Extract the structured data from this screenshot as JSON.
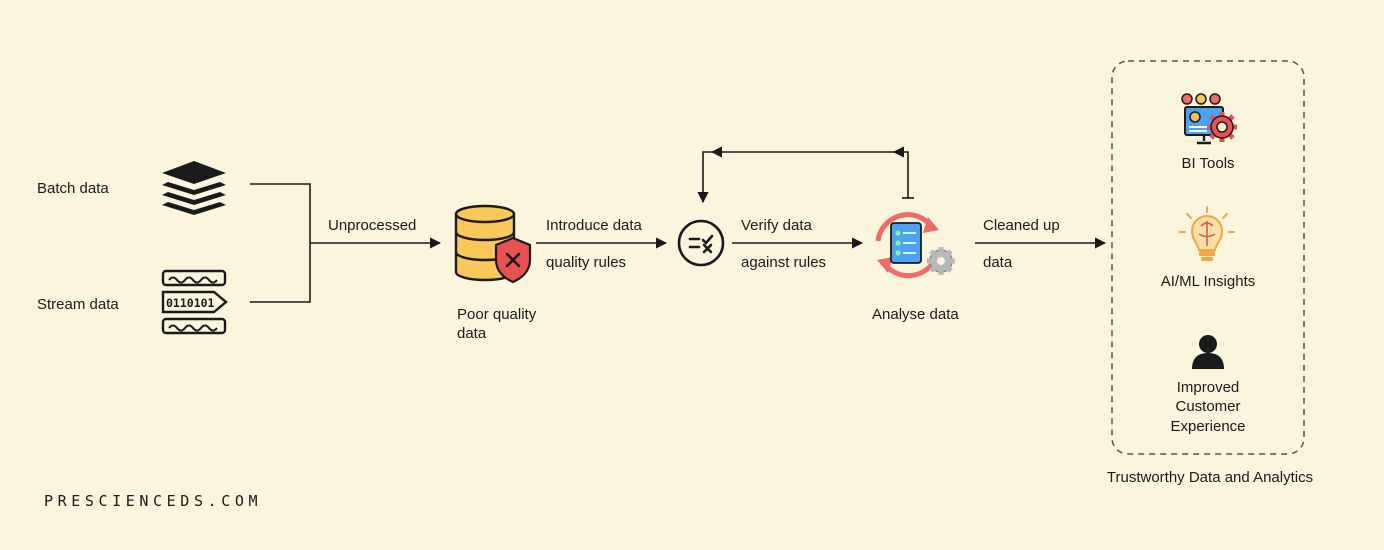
{
  "sources": {
    "batch": {
      "label": "Batch data",
      "icon": "stacked-layers-icon"
    },
    "stream": {
      "label": "Stream data",
      "icon": "binary-stream-icon",
      "code": "0110101"
    }
  },
  "edges": {
    "unprocessed": "Unprocessed",
    "introduce_line1": "Introduce data",
    "introduce_line2": "quality rules",
    "verify_line1": "Verify data",
    "verify_line2": "against rules",
    "cleaned_line1": "Cleaned up",
    "cleaned_line2": "data"
  },
  "nodes": {
    "poor_quality": {
      "line1": "Poor quality",
      "line2": "data",
      "icon": "database-error-icon"
    },
    "rules": {
      "icon": "rules-check-icon"
    },
    "analyse": {
      "label": "Analyse data",
      "icon": "analysis-cycle-icon"
    }
  },
  "outputs": {
    "group_label": "Trustworthy Data and Analytics",
    "items": [
      {
        "label": "BI Tools",
        "icon": "dashboard-gear-icon"
      },
      {
        "label": "AI/ML Insights",
        "icon": "brain-bulb-icon"
      },
      {
        "line1": "Improved",
        "line2": "Customer",
        "line3": "Experience",
        "icon": "user-icon"
      }
    ]
  },
  "brand": "PRESCIENCEDS.COM",
  "colors": {
    "background": "#fbf5de",
    "database": "#f7c75a",
    "error": "#e8514f",
    "cycle": "#f06a67",
    "panel": "#4aa3f5",
    "gear": "#b9b9b9",
    "bulb": "#f4a545"
  }
}
